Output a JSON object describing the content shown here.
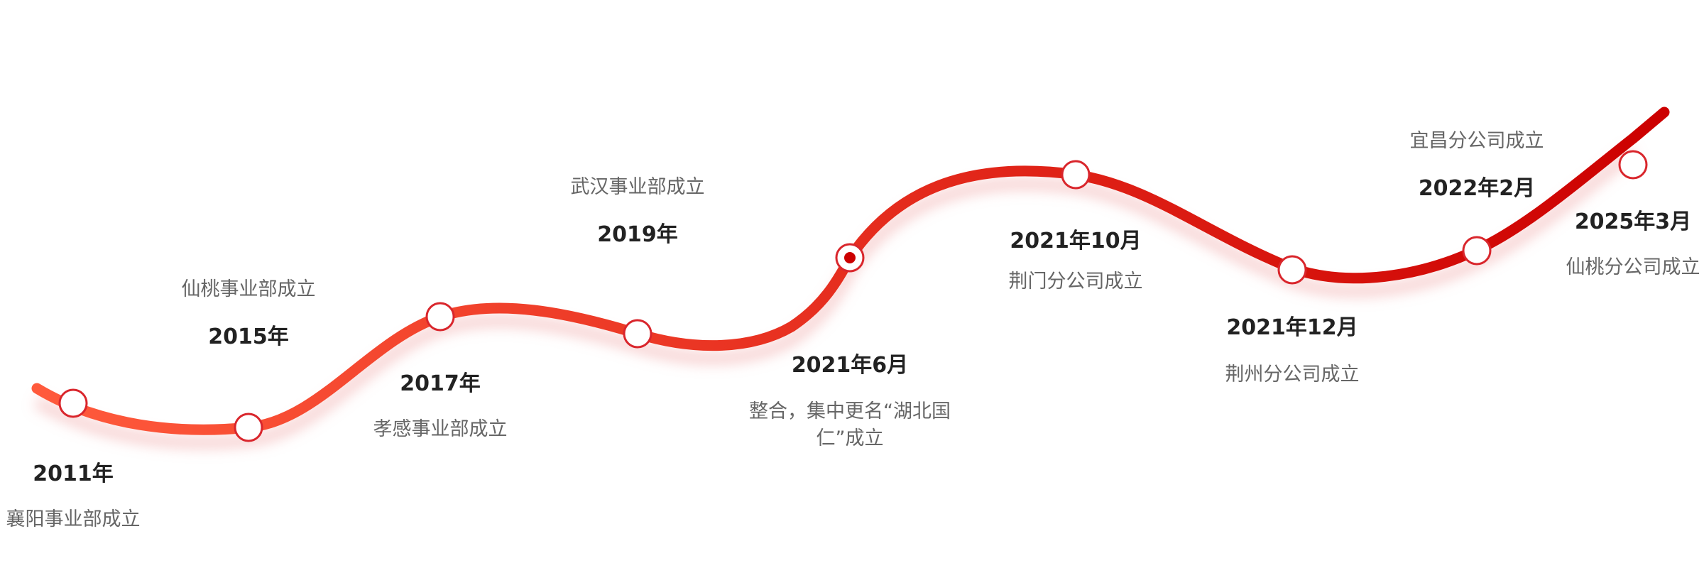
{
  "colors": {
    "line_start": "#ff5a3c",
    "line_end": "#cc0000",
    "node_border": "#d9262c",
    "active_dot": "#cc0000",
    "year_text": "#222222",
    "desc_text": "#666666"
  },
  "milestones": [
    {
      "year": "2011年",
      "desc": "襄阳事业部成立"
    },
    {
      "year": "2015年",
      "desc": "仙桃事业部成立"
    },
    {
      "year": "2017年",
      "desc": "孝感事业部成立"
    },
    {
      "year": "2019年",
      "desc": "武汉事业部成立"
    },
    {
      "year": "2021年6月",
      "desc": "整合，集中更名“湖北国仁”成立",
      "active": true
    },
    {
      "year": "2021年10月",
      "desc": "荆门分公司成立"
    },
    {
      "year": "2021年12月",
      "desc": "荆州分公司成立"
    },
    {
      "year": "2022年2月",
      "desc": "宜昌分公司成立"
    },
    {
      "year": "2025年3月",
      "desc": "仙桃分公司成立"
    }
  ]
}
